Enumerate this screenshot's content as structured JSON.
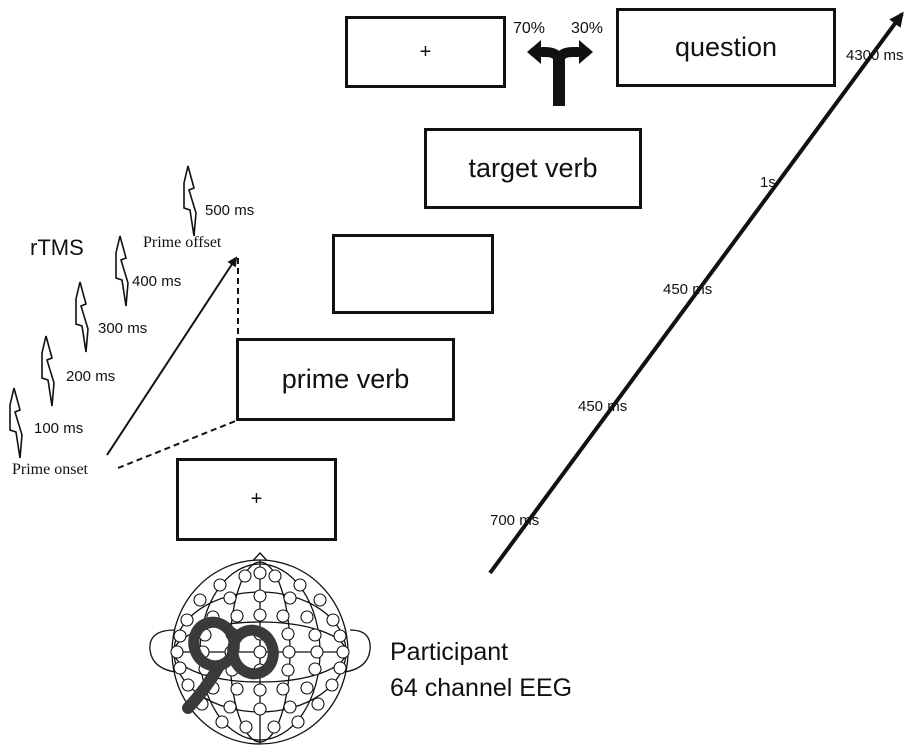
{
  "trial": {
    "fixation_1": "+",
    "prime_verb": "prime verb",
    "blank": "",
    "target_verb": "target verb",
    "fixation_2": "+",
    "question": "question",
    "split_left": "70%",
    "split_right": "30%"
  },
  "timeline": {
    "durations": [
      "700 ms",
      "450 ms",
      "450 ms",
      "1s",
      "4300 ms"
    ]
  },
  "rtms": {
    "title": "rTMS",
    "prime_onset": "Prime onset",
    "prime_offset": "Prime offset",
    "pulses": [
      "100 ms",
      "200 ms",
      "300 ms",
      "400 ms",
      "500 ms"
    ]
  },
  "participant": {
    "line1": "Participant",
    "line2": "64 channel EEG"
  },
  "icons": {
    "pulse": "lightning-bolt-icon",
    "coil": "tms-coil-icon",
    "cap": "eeg-cap-icon",
    "fork": "branch-arrow-icon"
  },
  "colors": {
    "ink": "#111111",
    "coil": "#3a3a3a",
    "background": "#ffffff"
  }
}
